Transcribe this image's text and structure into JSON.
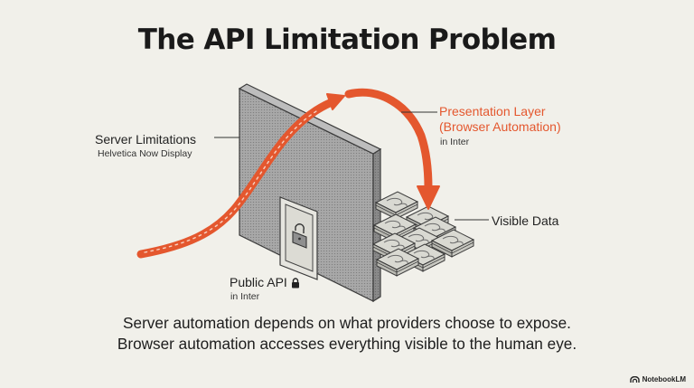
{
  "title": "The API Limitation Problem",
  "labels": {
    "server_limitations": "Server Limitations",
    "server_limitations_sub": "Helvetica Now Display",
    "presentation_line1": "Presentation Layer",
    "presentation_line2": "(Browser Automation)",
    "presentation_sub": "in Inter",
    "visible_data": "Visible Data",
    "public_api": "Public API",
    "public_api_sub": "in Inter"
  },
  "caption": {
    "line1": "Server automation depends on what providers choose to expose.",
    "line2": "Browser automation accesses everything visible to the human eye."
  },
  "brand": "NotebookLM",
  "icons": {
    "door": "lock-icon",
    "public_api": "lock-icon",
    "brand": "notebooklm-logo-icon"
  },
  "colors": {
    "accent": "#e4572e",
    "wall": "#a6a6a6",
    "background": "#f1f0ea"
  }
}
